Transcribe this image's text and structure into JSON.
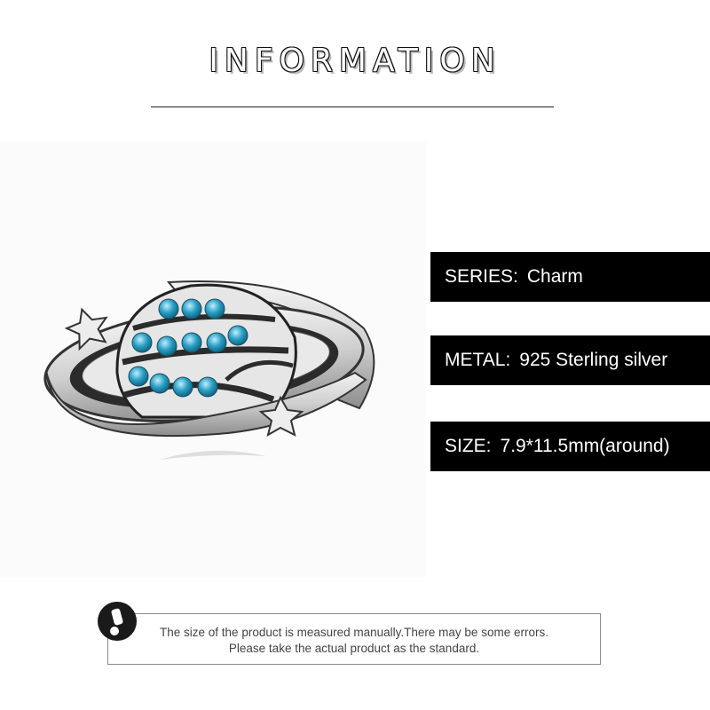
{
  "header": {
    "title": "INFORMATION"
  },
  "specs": [
    {
      "label": "SERIES:",
      "value": "Charm"
    },
    {
      "label": "METAL:",
      "value": "925 Sterling silver"
    },
    {
      "label": "SIZE:",
      "value": "7.9*11.5mm(around)"
    }
  ],
  "notice": {
    "line1": "The size of the product is measured manually.There may be some errors.",
    "line2": "Please take the actual product as the standard."
  },
  "colors": {
    "spec_background": "#000000",
    "stone_blue": "#2a9fc4",
    "silver": "#d9d9d9",
    "oxidized": "#2b2b2b"
  },
  "icons": {
    "notice": "exclamation-icon",
    "product": "planet-charm-image"
  }
}
